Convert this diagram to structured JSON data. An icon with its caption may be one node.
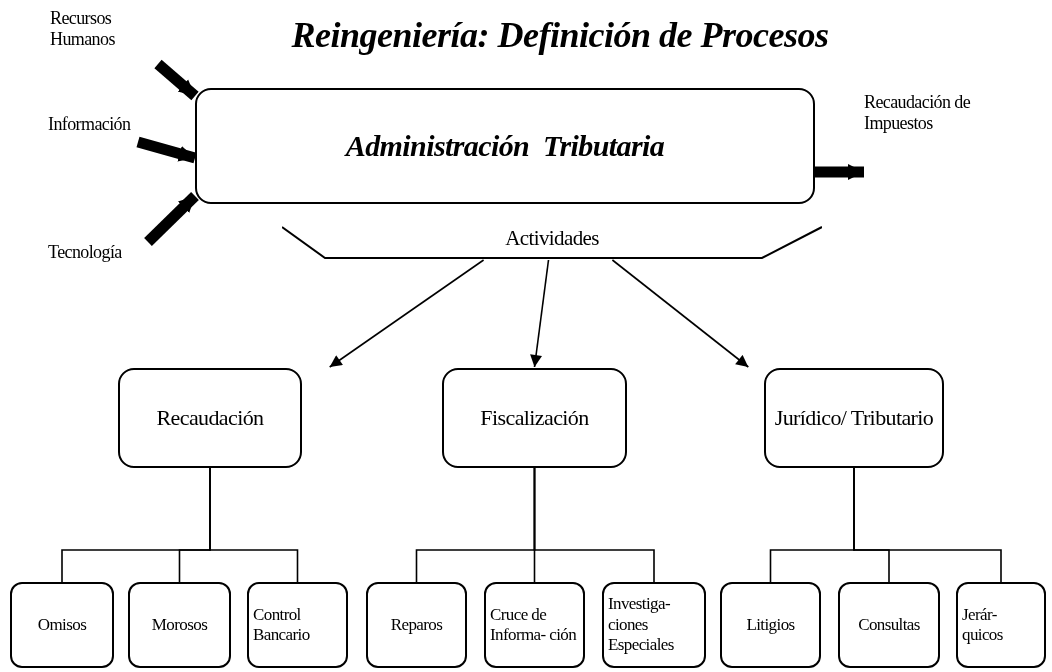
{
  "diagram": {
    "title": "Reingeniería: Definición de Procesos",
    "nodes": [
      {
        "text": [
          "Recursos Humanos"
        ]
      },
      {
        "text": [
          "Información"
        ]
      },
      {
        "text": [
          "Tecnología"
        ]
      },
      {
        "text": [
          "Administración  Tributaria"
        ]
      },
      {
        "text": [
          "Recaudación de Impuestos"
        ]
      },
      {
        "text": [
          "Actividades"
        ]
      },
      {
        "text": [
          "Recaudación"
        ]
      },
      {
        "text": [
          "Fiscalización"
        ]
      },
      {
        "text": [
          "Jurídico/ Tributario"
        ]
      },
      {
        "text": [
          "Omisos"
        ]
      },
      {
        "text": [
          "Morosos"
        ]
      },
      {
        "text": [
          "Control Bancario"
        ]
      },
      {
        "text": [
          "Reparos"
        ]
      },
      {
        "text": [
          "Cruce de Informa- ción"
        ]
      },
      {
        "text": [
          "Investiga- ciones Especiales"
        ]
      },
      {
        "text": [
          "Litigios"
        ]
      },
      {
        "text": [
          "Consultas"
        ]
      },
      {
        "text": [
          "Jerár- quicos"
        ]
      }
    ],
    "edges": [
      {
        "from": 0,
        "to": 3,
        "arrow": "to",
        "style": "thick"
      },
      {
        "from": 1,
        "to": 3,
        "arrow": "to",
        "style": "thick"
      },
      {
        "from": 2,
        "to": 3,
        "arrow": "to",
        "style": "thick"
      },
      {
        "from": 3,
        "to": 4,
        "arrow": "to",
        "style": "thick"
      },
      {
        "from": 5,
        "to": 6,
        "arrow": "to"
      },
      {
        "from": 5,
        "to": 7,
        "arrow": "to"
      },
      {
        "from": 5,
        "to": 8,
        "arrow": "to"
      },
      {
        "from": 6,
        "to": 9,
        "arrow": "none"
      },
      {
        "from": 6,
        "to": 10,
        "arrow": "none"
      },
      {
        "from": 6,
        "to": 11,
        "arrow": "none"
      },
      {
        "from": 7,
        "to": 12,
        "arrow": "none"
      },
      {
        "from": 7,
        "to": 13,
        "arrow": "none"
      },
      {
        "from": 7,
        "to": 14,
        "arrow": "none"
      },
      {
        "from": 8,
        "to": 15,
        "arrow": "none"
      },
      {
        "from": 8,
        "to": 16,
        "arrow": "none"
      },
      {
        "from": 8,
        "to": 17,
        "arrow": "none"
      }
    ]
  }
}
